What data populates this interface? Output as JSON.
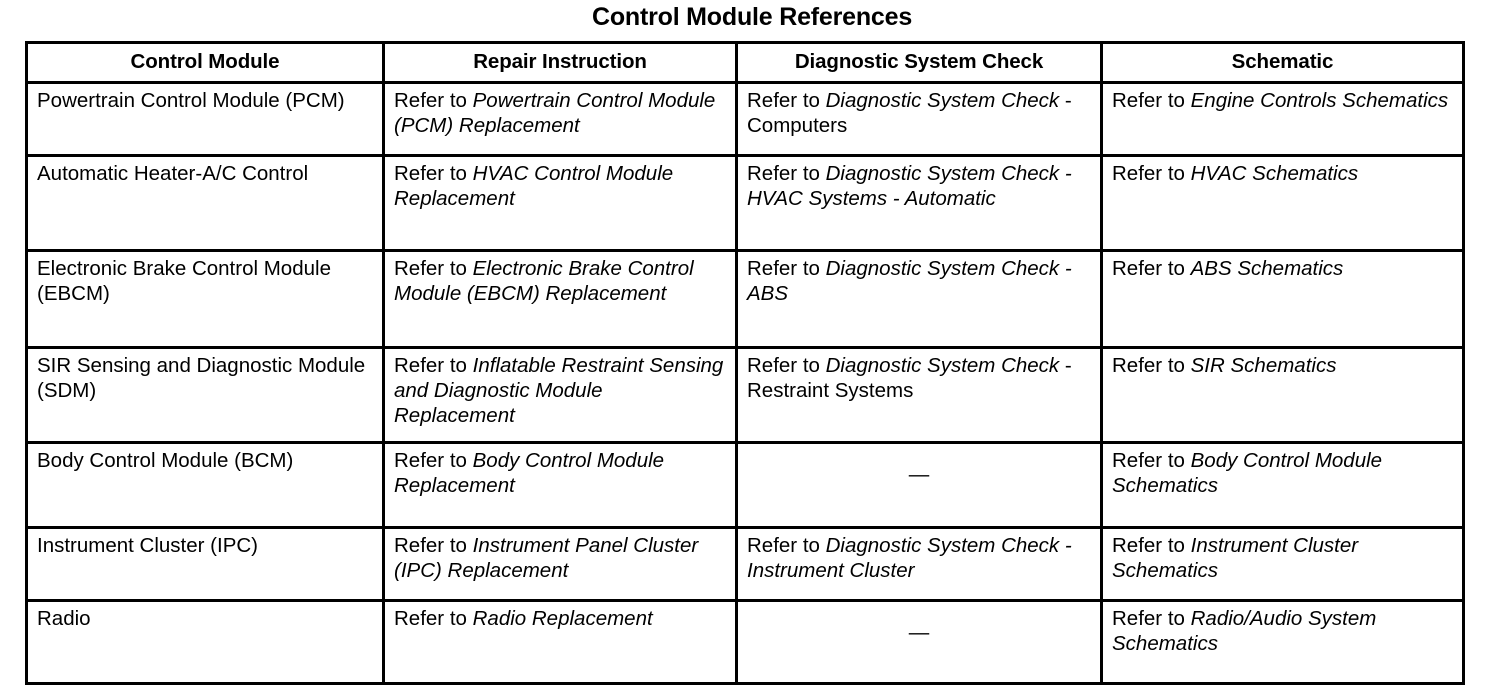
{
  "page": {
    "title": "Control Module References"
  },
  "table": {
    "headers": [
      "Control Module",
      "Repair Instruction",
      "Diagnostic System Check",
      "Schematic"
    ],
    "dash": "—",
    "rows": [
      {
        "module": "Powertrain Control Module (PCM)",
        "repair_prefix": "Refer to ",
        "repair_ref": "Powertrain Control Module (PCM) Replacement",
        "repair_suffix": "",
        "dsc_prefix": "Refer to ",
        "dsc_ref": "Diagnostic System Check",
        "dsc_suffix": " - Computers",
        "schematic_prefix": "Refer to ",
        "schematic_ref": "Engine Controls Schematics",
        "schematic_suffix": ""
      },
      {
        "module": "Automatic Heater-A/C Control",
        "repair_prefix": "Refer to ",
        "repair_ref": "HVAC Control Module Replacement",
        "repair_suffix": "",
        "dsc_prefix": "Refer to ",
        "dsc_ref": "Diagnostic System Check - HVAC Systems - Automatic",
        "dsc_suffix": "",
        "schematic_prefix": "Refer to ",
        "schematic_ref": "HVAC Schematics",
        "schematic_suffix": ""
      },
      {
        "module": "Electronic Brake Control Module (EBCM)",
        "repair_prefix": "Refer to ",
        "repair_ref": "Electronic Brake Control Module (EBCM) Replacement",
        "repair_suffix": "",
        "dsc_prefix": "Refer to ",
        "dsc_ref": "Diagnostic System Check - ABS",
        "dsc_suffix": "",
        "schematic_prefix": "Refer to ",
        "schematic_ref": "ABS Schematics",
        "schematic_suffix": ""
      },
      {
        "module": "SIR Sensing and Diagnostic Module (SDM)",
        "repair_prefix": "Refer to ",
        "repair_ref": "Inflatable Restraint Sensing and Diagnostic Module Replacement",
        "repair_suffix": "",
        "dsc_prefix": "Refer to ",
        "dsc_ref": "Diagnostic System Check",
        "dsc_suffix": " - Restraint Systems",
        "schematic_prefix": "Refer to ",
        "schematic_ref": "SIR Schematics",
        "schematic_suffix": ""
      },
      {
        "module": "Body Control Module (BCM)",
        "repair_prefix": "Refer to ",
        "repair_ref": "Body Control Module Replacement",
        "repair_suffix": "",
        "dsc_prefix": "",
        "dsc_ref": "",
        "dsc_suffix": "",
        "dsc_dash": true,
        "schematic_prefix": "Refer to ",
        "schematic_ref": "Body Control Module Schematics",
        "schematic_suffix": ""
      },
      {
        "module": "Instrument Cluster (IPC)",
        "repair_prefix": "Refer to ",
        "repair_ref": "Instrument Panel Cluster (IPC) Replacement",
        "repair_suffix": "",
        "dsc_prefix": "Refer to ",
        "dsc_ref": "Diagnostic System Check - Instrument Cluster",
        "dsc_suffix": "",
        "schematic_prefix": "Refer to ",
        "schematic_ref": "Instrument Cluster Schematics",
        "schematic_suffix": ""
      },
      {
        "module": "Radio",
        "repair_prefix": "Refer to ",
        "repair_ref": "Radio Replacement",
        "repair_suffix": "",
        "dsc_prefix": "",
        "dsc_ref": "",
        "dsc_suffix": "",
        "dsc_dash": true,
        "schematic_prefix": "Refer to ",
        "schematic_ref": "Radio/Audio System Schematics",
        "schematic_suffix": ""
      }
    ]
  },
  "colors": {
    "text": "#000000",
    "background": "#ffffff",
    "border": "#000000"
  }
}
